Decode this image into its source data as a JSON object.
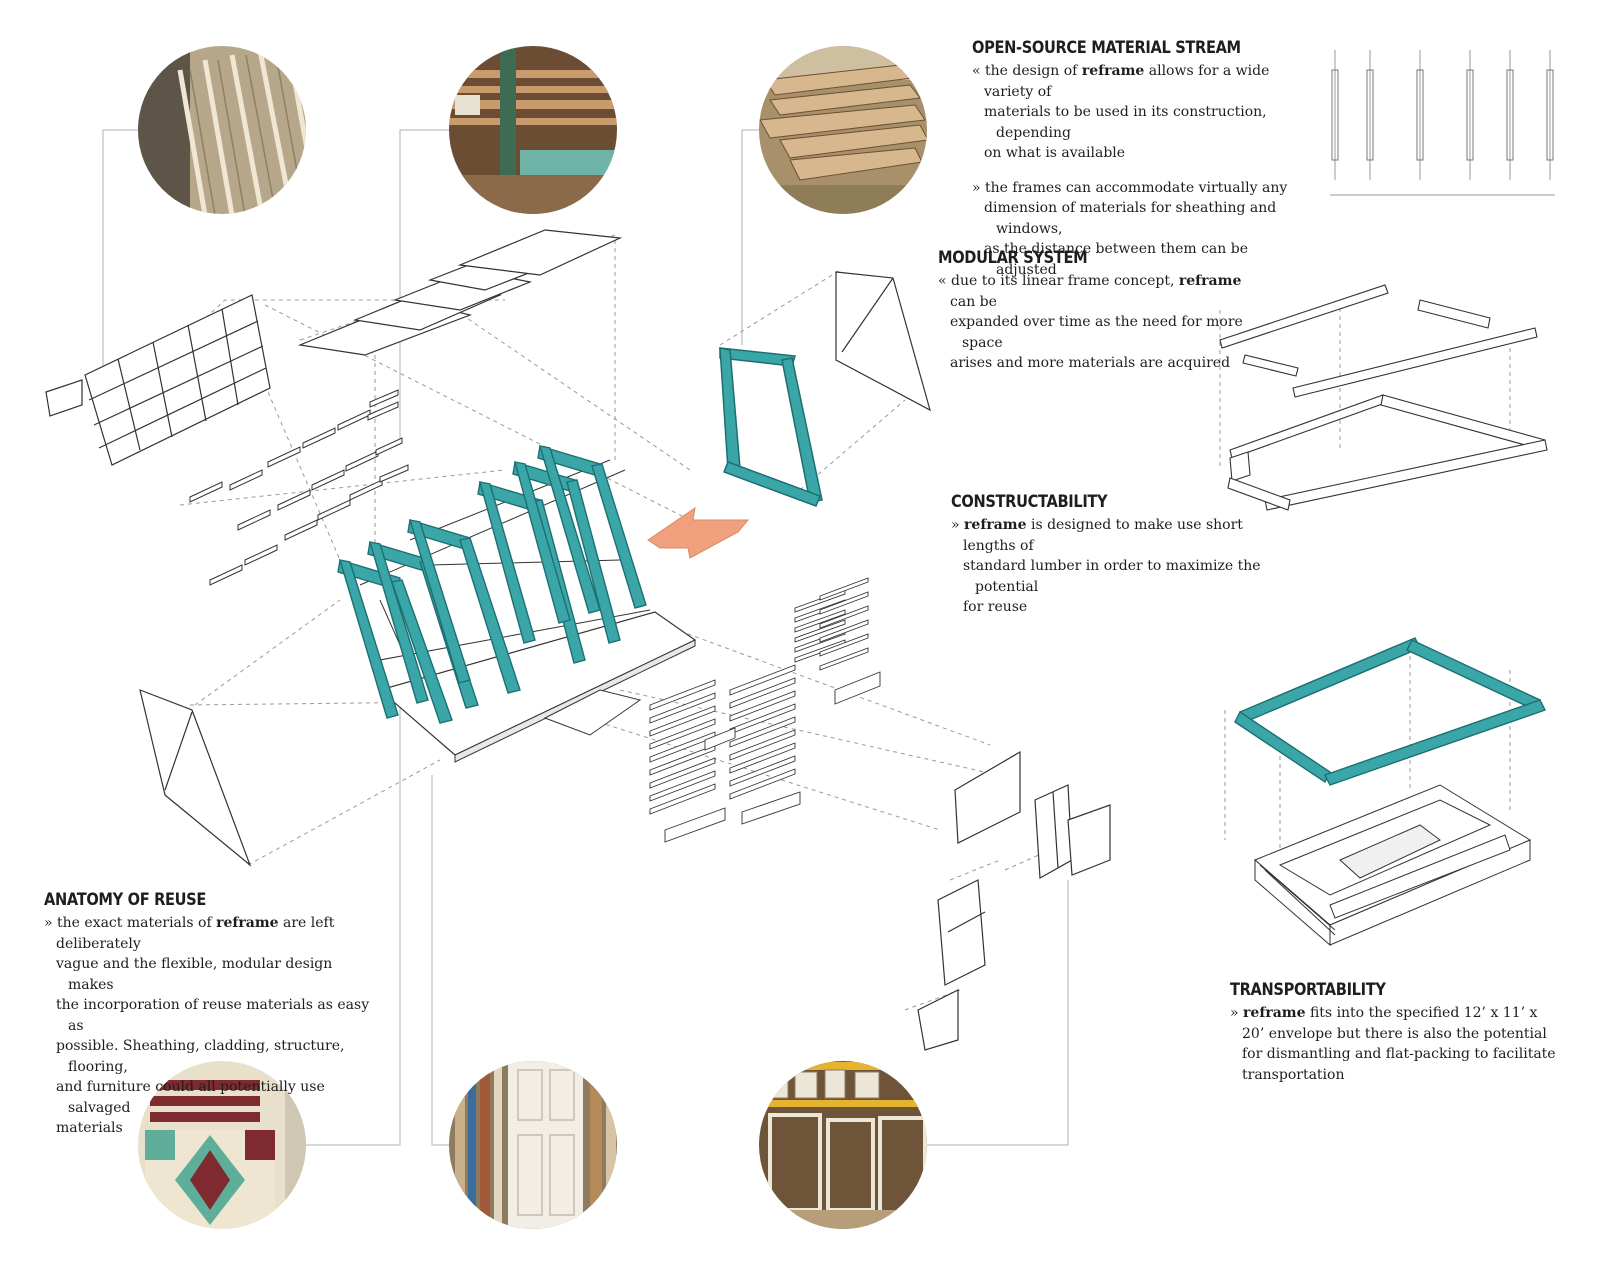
{
  "colors": {
    "frame_teal": "#3aa6a8",
    "frame_teal_dark": "#1d6f72",
    "arrow_orange": "#f0a07c",
    "line": "#3a3a3a",
    "dash": "#9a9a9a"
  },
  "photos": [
    {
      "name": "louvered-shutters-photo",
      "depicts": "stacked louvered shutters"
    },
    {
      "name": "lumber-rack-photo",
      "depicts": "lumber on storage racks"
    },
    {
      "name": "stacked-boards-photo",
      "depicts": "stacked salvaged boards"
    },
    {
      "name": "patterned-tiles-photo",
      "depicts": "patterned floor tiles"
    },
    {
      "name": "doors-photo",
      "depicts": "salvaged doors"
    },
    {
      "name": "windows-photo",
      "depicts": "salvaged window frames"
    }
  ],
  "sections": {
    "material_stream": {
      "title": "OPEN-SOURCE MATERIAL STREAM",
      "p1": {
        "bullet": "«",
        "l1_pre": "the design of ",
        "l1_hl": "reframe",
        "l1_post": " allows for a wide variety of",
        "l2": "materials to be used in its construction, depending",
        "l3": "on what is available"
      },
      "p2": {
        "bullet": "»",
        "l1": "the frames can accommodate virtually any",
        "l2": "dimension of materials for sheathing and windows,",
        "l3": "as the distance between them can be adjusted"
      }
    },
    "modular": {
      "title": "MODULAR SYSTEM",
      "p1": {
        "bullet": "«",
        "l1_pre": "due to its linear frame concept, ",
        "l1_hl": "reframe",
        "l1_post": " can be",
        "l2": "expanded over time as the need for more space",
        "l3": "arises and more materials are acquired"
      }
    },
    "constructability": {
      "title": "CONSTRUCTABILITY",
      "p1": {
        "bullet": "»",
        "l1_hl": "reframe",
        "l1_post": " is designed to make use short lengths of",
        "l2": "standard lumber in order to maximize the potential",
        "l3": "for reuse"
      }
    },
    "anatomy": {
      "title": "ANATOMY OF REUSE",
      "p1": {
        "bullet": "»",
        "l1_pre": "the exact materials of ",
        "l1_hl": "reframe",
        "l1_post": " are left deliberately",
        "l2": "vague and the flexible, modular design makes",
        "l3": "the incorporation of reuse materials as easy as",
        "l4": "possible.  Sheathing, cladding, structure, flooring,",
        "l5": "and furniture could all potentially use salvaged",
        "l6": "materials"
      }
    },
    "transportability": {
      "title": "TRANSPORTABILITY",
      "p1": {
        "bullet": "»",
        "l1_hl": "reframe",
        "l1_post": " fits into the specified 12’ x 11’ x",
        "l2": "20’ envelope but there is also the potential",
        "l3": "for dismantling and flat-packing to facilitate",
        "l4": "transportation"
      }
    }
  }
}
